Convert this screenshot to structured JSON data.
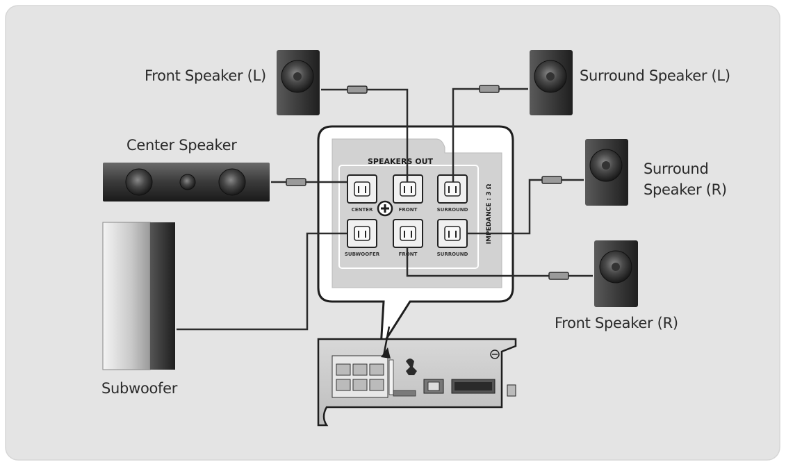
{
  "labels": {
    "front_left": "Front Speaker (L)",
    "surround_left": "Surround Speaker (L)",
    "center": "Center Speaker",
    "surround_right_line1": "Surround",
    "surround_right_line2": "Speaker (R)",
    "front_right": "Front Speaker (R)",
    "subwoofer": "Subwoofer"
  },
  "panel": {
    "title": "SPEAKERS OUT",
    "impedance": "IMPEDANCE : 3 Ω",
    "terminals": {
      "center": "CENTER",
      "front_top": "FRONT",
      "surround_top": "SURROUND",
      "subwoofer": "SUBWOOFER",
      "front_bottom": "FRONT",
      "surround_bottom": "SURROUND"
    }
  },
  "colors": {
    "background": "#e4e4e4",
    "speaker_dark": "#3a3a3a",
    "panel_fill": "#d4d4d4",
    "wire": "#2b2b2b"
  }
}
